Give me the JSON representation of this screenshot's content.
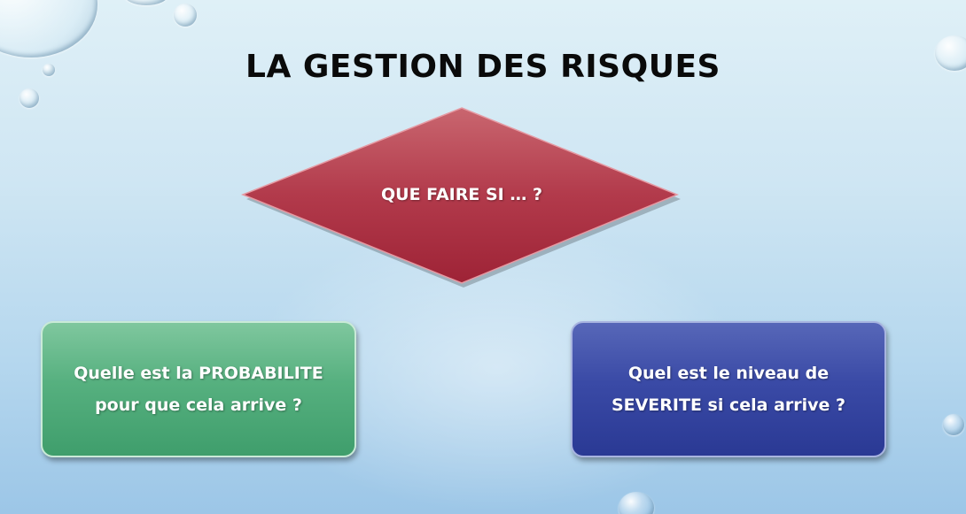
{
  "slide": {
    "title": "LA GESTION DES RISQUES"
  },
  "diagram": {
    "decision": {
      "label": "QUE FAIRE SI … ?",
      "color": "#b23a4b"
    },
    "left_box": {
      "line1": "Quelle est la PROBABILITE",
      "line2": "pour que cela arrive ?",
      "color": "#4fab79"
    },
    "right_box": {
      "line1": "Quel est le niveau de",
      "line2": "SEVERITE si cela arrive ?",
      "color": "#3444a0"
    }
  },
  "decorations": {
    "icon": "water-bubble-icon"
  }
}
